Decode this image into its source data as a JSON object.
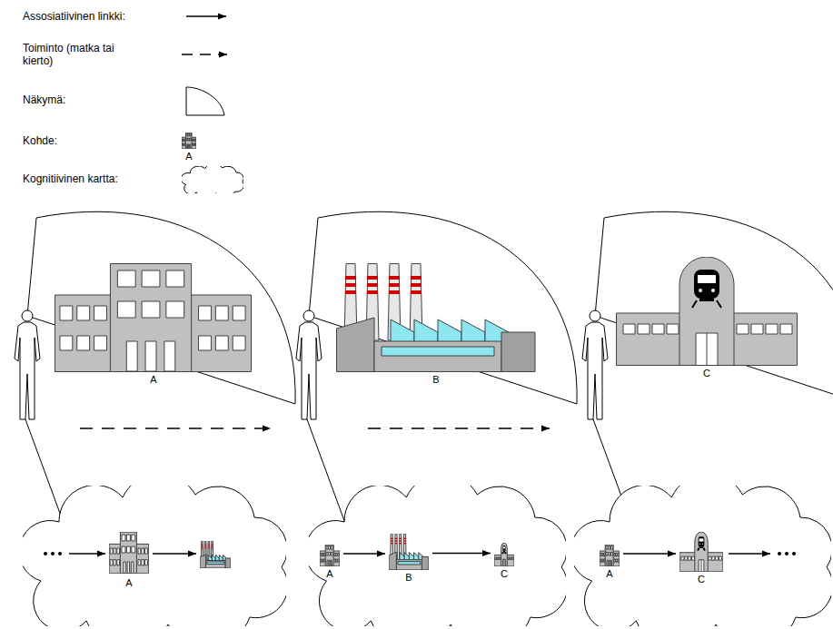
{
  "diagram": {
    "nodes": [
      {
        "text": [
          "A"
        ]
      },
      {
        "text": [
          "B"
        ]
      },
      {
        "text": [
          "C"
        ]
      },
      {
        "text": [
          "A"
        ]
      },
      {
        "text": [
          "A"
        ]
      },
      {
        "text": [
          "B"
        ]
      },
      {
        "text": [
          "C"
        ]
      },
      {
        "text": [
          "A"
        ]
      },
      {
        "text": [
          "C"
        ]
      }
    ],
    "edges": [
      {
        "from": 4,
        "to": 5,
        "arrow": "to"
      },
      {
        "from": 5,
        "to": 6,
        "arrow": "to"
      },
      {
        "from": 7,
        "to": 8,
        "arrow": "to"
      }
    ],
    "labels": [
      "A"
    ],
    "legend": [
      {
        "text": "Assosiatiivinen linkki:"
      },
      {
        "text": "Toiminto (matka tai kierto)"
      },
      {
        "text": "Näkymä:"
      },
      {
        "text": "Kohde:"
      },
      {
        "text": "Kognitiivinen kartta:"
      }
    ]
  }
}
